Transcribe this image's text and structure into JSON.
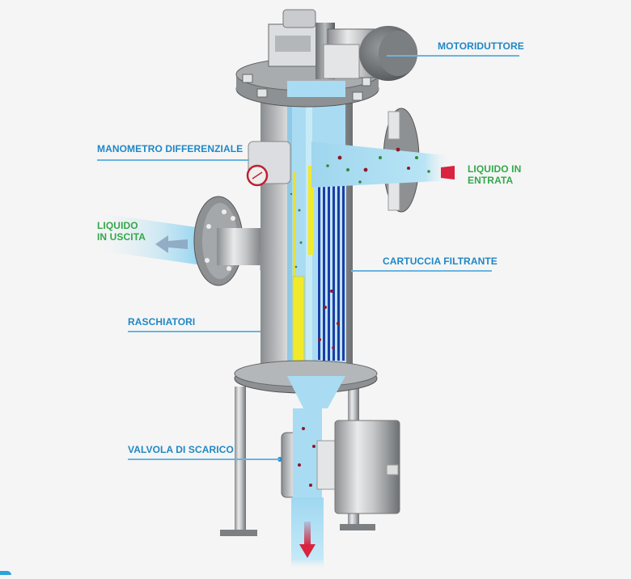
{
  "diagram": {
    "subject": "Self-cleaning mechanical filter cutaway",
    "labels": {
      "motoriduttore": "MOTORIDUTTORE",
      "manometro": "MANOMETRO DIFFERENZIALE",
      "liquido_entrata_1": "LIQUIDO IN",
      "liquido_entrata_2": "ENTRATA",
      "liquido_uscita_1": "LIQUIDO",
      "liquido_uscita_2": "IN USCITA",
      "cartuccia": "CARTUCCIA FILTRANTE",
      "raschiatori": "RASCHIATORI",
      "valvola": "VALVOLA DI SCARICO"
    },
    "colors": {
      "label_blue": "#1f87c6",
      "label_green": "#33a84a",
      "leader_line": "#6ab4de",
      "liquid": "#a9dcf2",
      "scraper_yellow": "#f1ea2a",
      "cartridge_blue": "#1b3ea8",
      "inlet_arrow": "#d9233f",
      "metal": "#b9bcbf"
    }
  }
}
